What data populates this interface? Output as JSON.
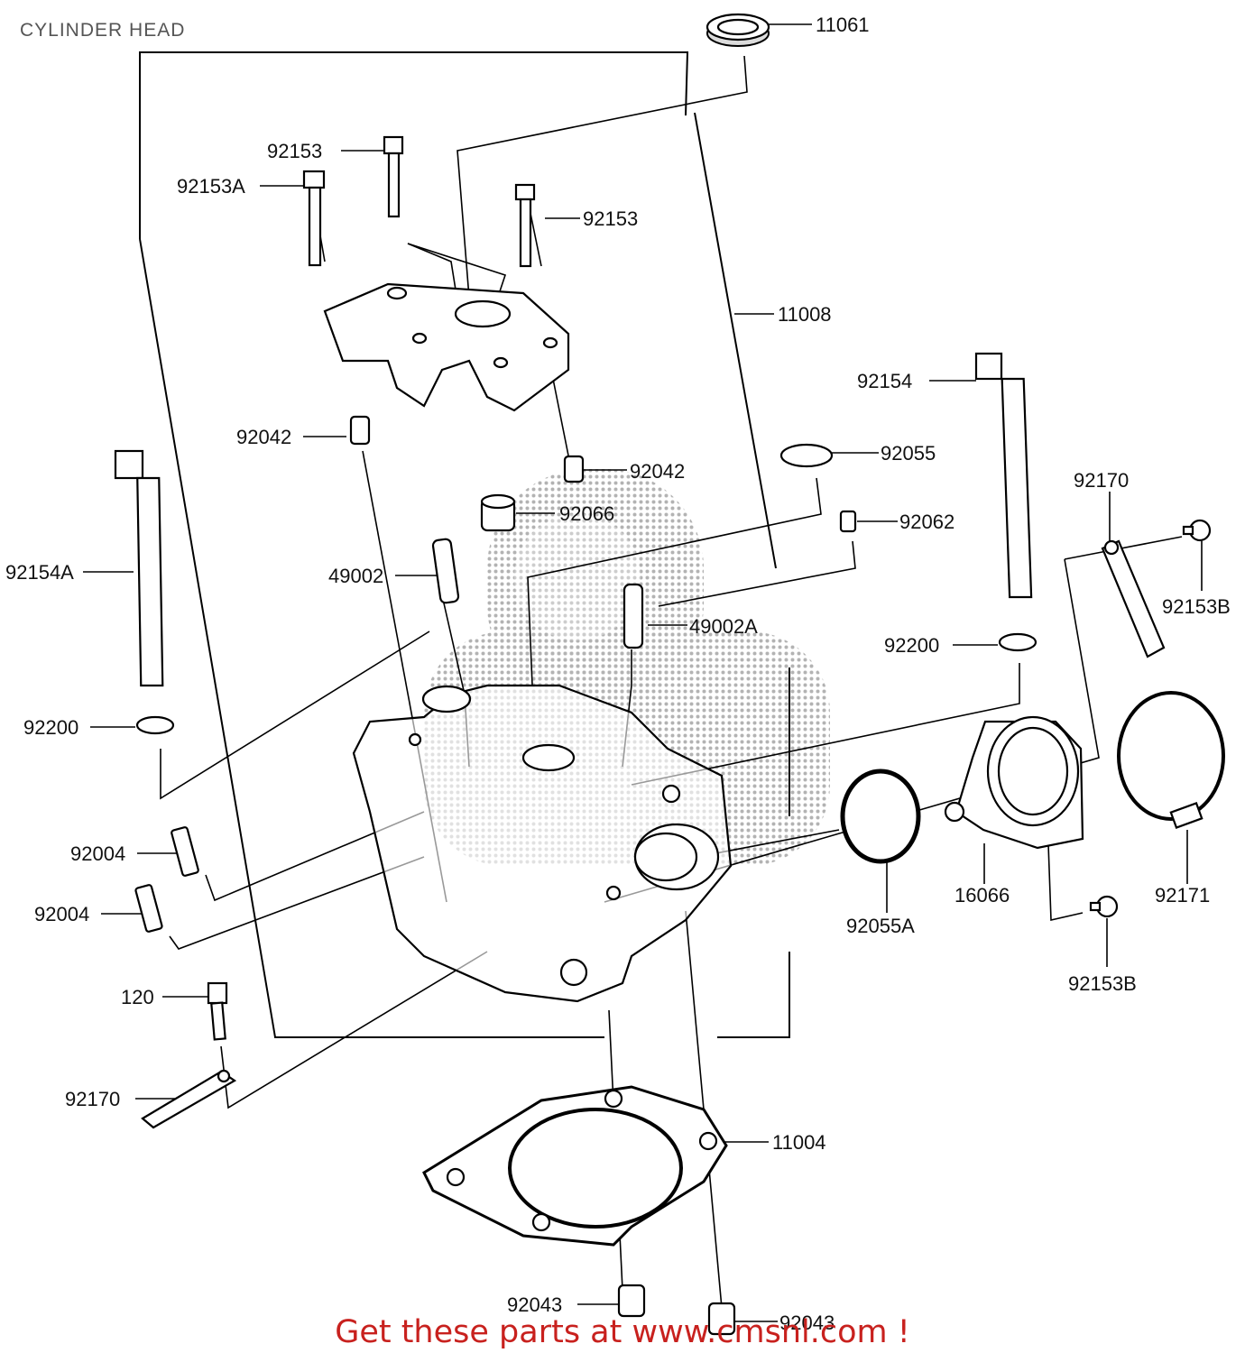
{
  "title": "CYLINDER HEAD",
  "footer": "Get these parts at www.cmsnl.com !",
  "watermark": "cms",
  "accent_color": "#c8211e",
  "labels": {
    "p11061": "11061",
    "p92153_top": "92153",
    "p92153A": "92153A",
    "p92153_right": "92153",
    "p11008": "11008",
    "p92154": "92154",
    "p92042_left": "92042",
    "p92055": "92055",
    "p92042_mid": "92042",
    "p92066": "92066",
    "p92062": "92062",
    "p92170_right": "92170",
    "p92154A": "92154A",
    "p49002": "49002",
    "p49002A": "49002A",
    "p92153B_top": "92153B",
    "p92200_right": "92200",
    "p92200_left": "92200",
    "p92004_a": "92004",
    "p92004_b": "92004",
    "p16066": "16066",
    "p92171": "92171",
    "p92055A": "92055A",
    "p92153B_bottom": "92153B",
    "p120": "120",
    "p92170_left": "92170",
    "p11004": "11004",
    "p92043_left": "92043",
    "p92043_right": "92043"
  }
}
